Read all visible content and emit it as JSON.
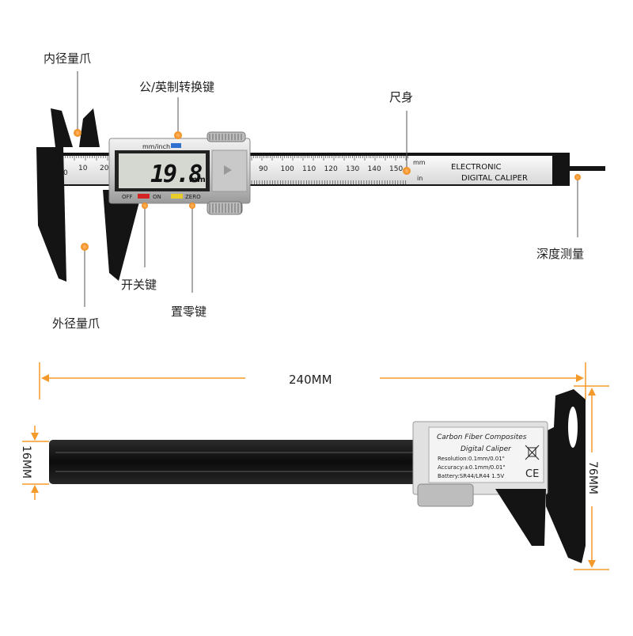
{
  "labels": {
    "inner_jaw": "内径量爪",
    "unit_switch": "公/英制转换键",
    "main_beam": "尺身",
    "depth": "深度测量",
    "power": "开关键",
    "zero": "置零键",
    "outer_jaw": "外径量爪"
  },
  "top_caliper": {
    "brand_line1": "ELECTRONIC",
    "brand_line2": "DIGITAL CALIPER",
    "mm_unit": "mm",
    "in_unit": "in",
    "mm_inch_key": "mm/inch",
    "display_value": "19.8",
    "display_unit": "mm",
    "off_label": "OFF",
    "on_label": "ON",
    "zero_label": "ZERO",
    "scale_left": [
      "0",
      "10",
      "20"
    ],
    "scale_right": [
      "90",
      "100",
      "110",
      "120",
      "130",
      "140",
      "150"
    ]
  },
  "dimensions": {
    "length": "240MM",
    "thickness": "16MM",
    "height": "76MM"
  },
  "bottom_caliper": {
    "line1": "Carbon Fiber Composites",
    "line2": "Digital Caliper",
    "line3": "Resolution:0.1mm/0.01\"",
    "line4": "Accuracy:±0.1mm/0.01\"",
    "line5": "Battery:SR44/LR44 1.5V",
    "ce_mark": "CE"
  },
  "colors": {
    "accent": "#f39a2b",
    "leader": "#555555",
    "body_black": "#141414",
    "silver": "#d9d9d9",
    "lcd": "#d4d8d0"
  }
}
